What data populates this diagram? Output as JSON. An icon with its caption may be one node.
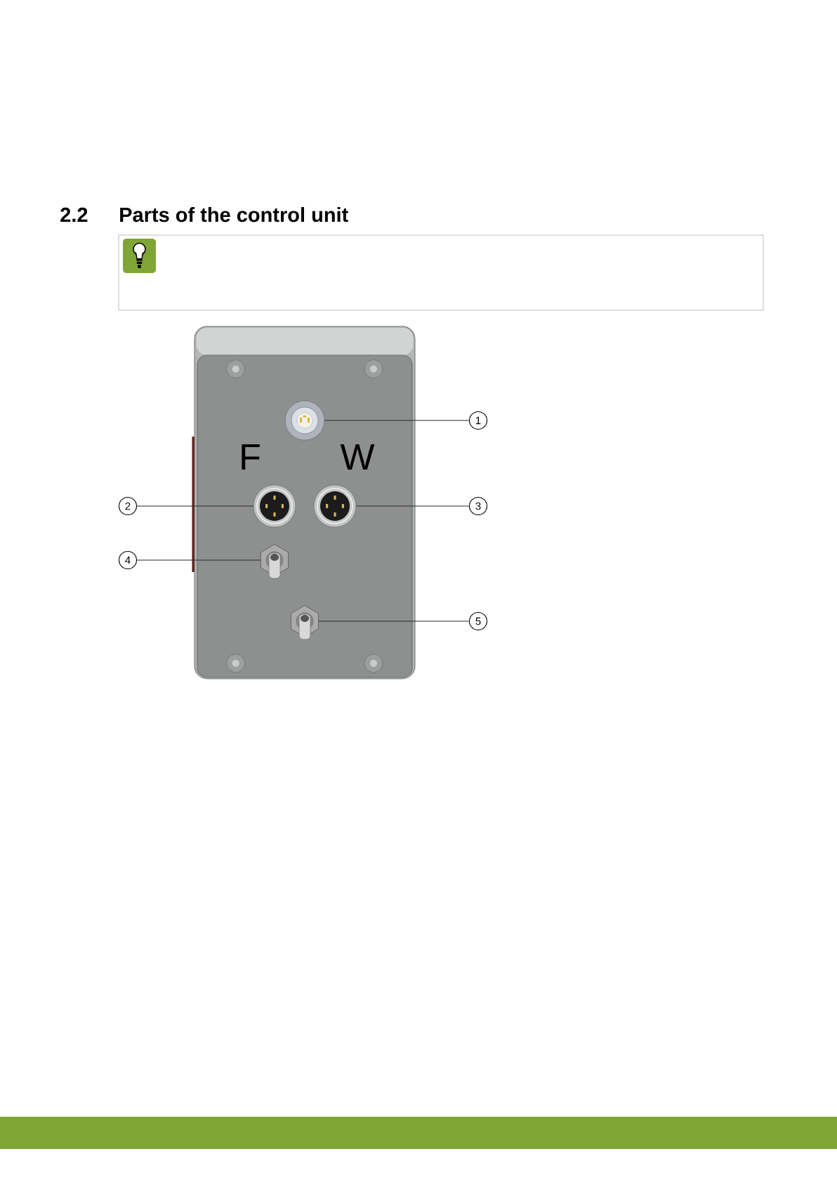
{
  "diagram": {
    "title": "Parts of the control unit",
    "nodes": [
      {
        "text": [
          "1"
        ]
      },
      {
        "text": [
          "2"
        ]
      },
      {
        "text": [
          "3"
        ]
      },
      {
        "text": [
          "4"
        ]
      },
      {
        "text": [
          "5"
        ]
      },
      {
        "text": [],
        "shape": "picture"
      },
      {
        "text": [],
        "shape": "picture"
      },
      {
        "text": [],
        "shape": "picture"
      },
      {
        "text": [],
        "shape": "picture"
      },
      {
        "text": [],
        "shape": "picture"
      }
    ],
    "edges": [
      {
        "from": 0,
        "to": 5,
        "arrow": "none"
      },
      {
        "from": 1,
        "to": 6,
        "arrow": "none"
      },
      {
        "from": 2,
        "to": 7,
        "arrow": "none"
      },
      {
        "from": 3,
        "to": 8,
        "arrow": "none"
      },
      {
        "from": 4,
        "to": 9,
        "arrow": "none"
      }
    ],
    "labels": [
      "2.2",
      "F",
      "W"
    ]
  }
}
